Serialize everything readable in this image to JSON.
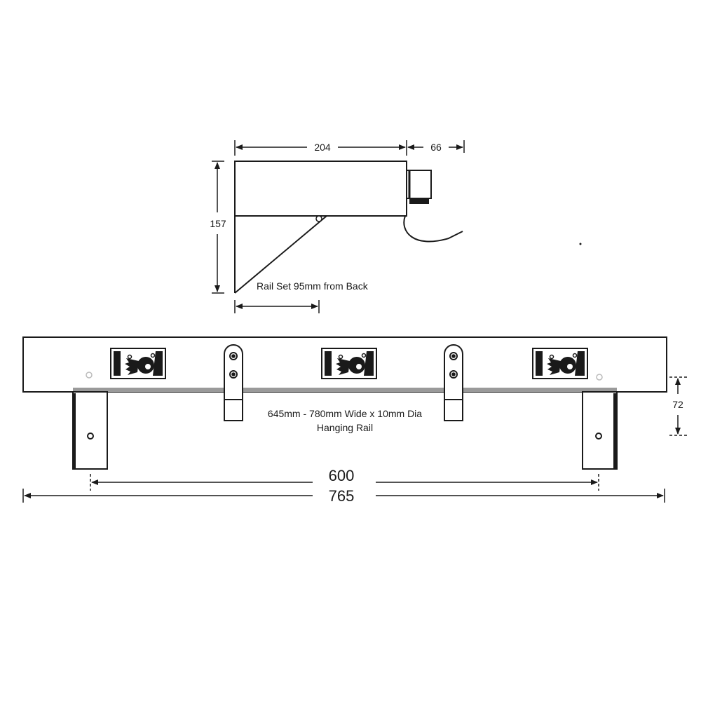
{
  "side_view": {
    "dim_top_depth": "204",
    "dim_top_projection": "66",
    "dim_height": "157",
    "rail_note": "Rail Set 95mm from Back"
  },
  "front_view": {
    "rail_note_line1": "645mm - 780mm Wide x 10mm Dia",
    "rail_note_line2": "Hanging Rail",
    "dim_rail_height": "72",
    "dim_inner_width": "600",
    "dim_overall_width": "765"
  },
  "colors": {
    "line": "#1a1a1a",
    "rail_fill": "#9a9a9a",
    "background": "#ffffff"
  }
}
